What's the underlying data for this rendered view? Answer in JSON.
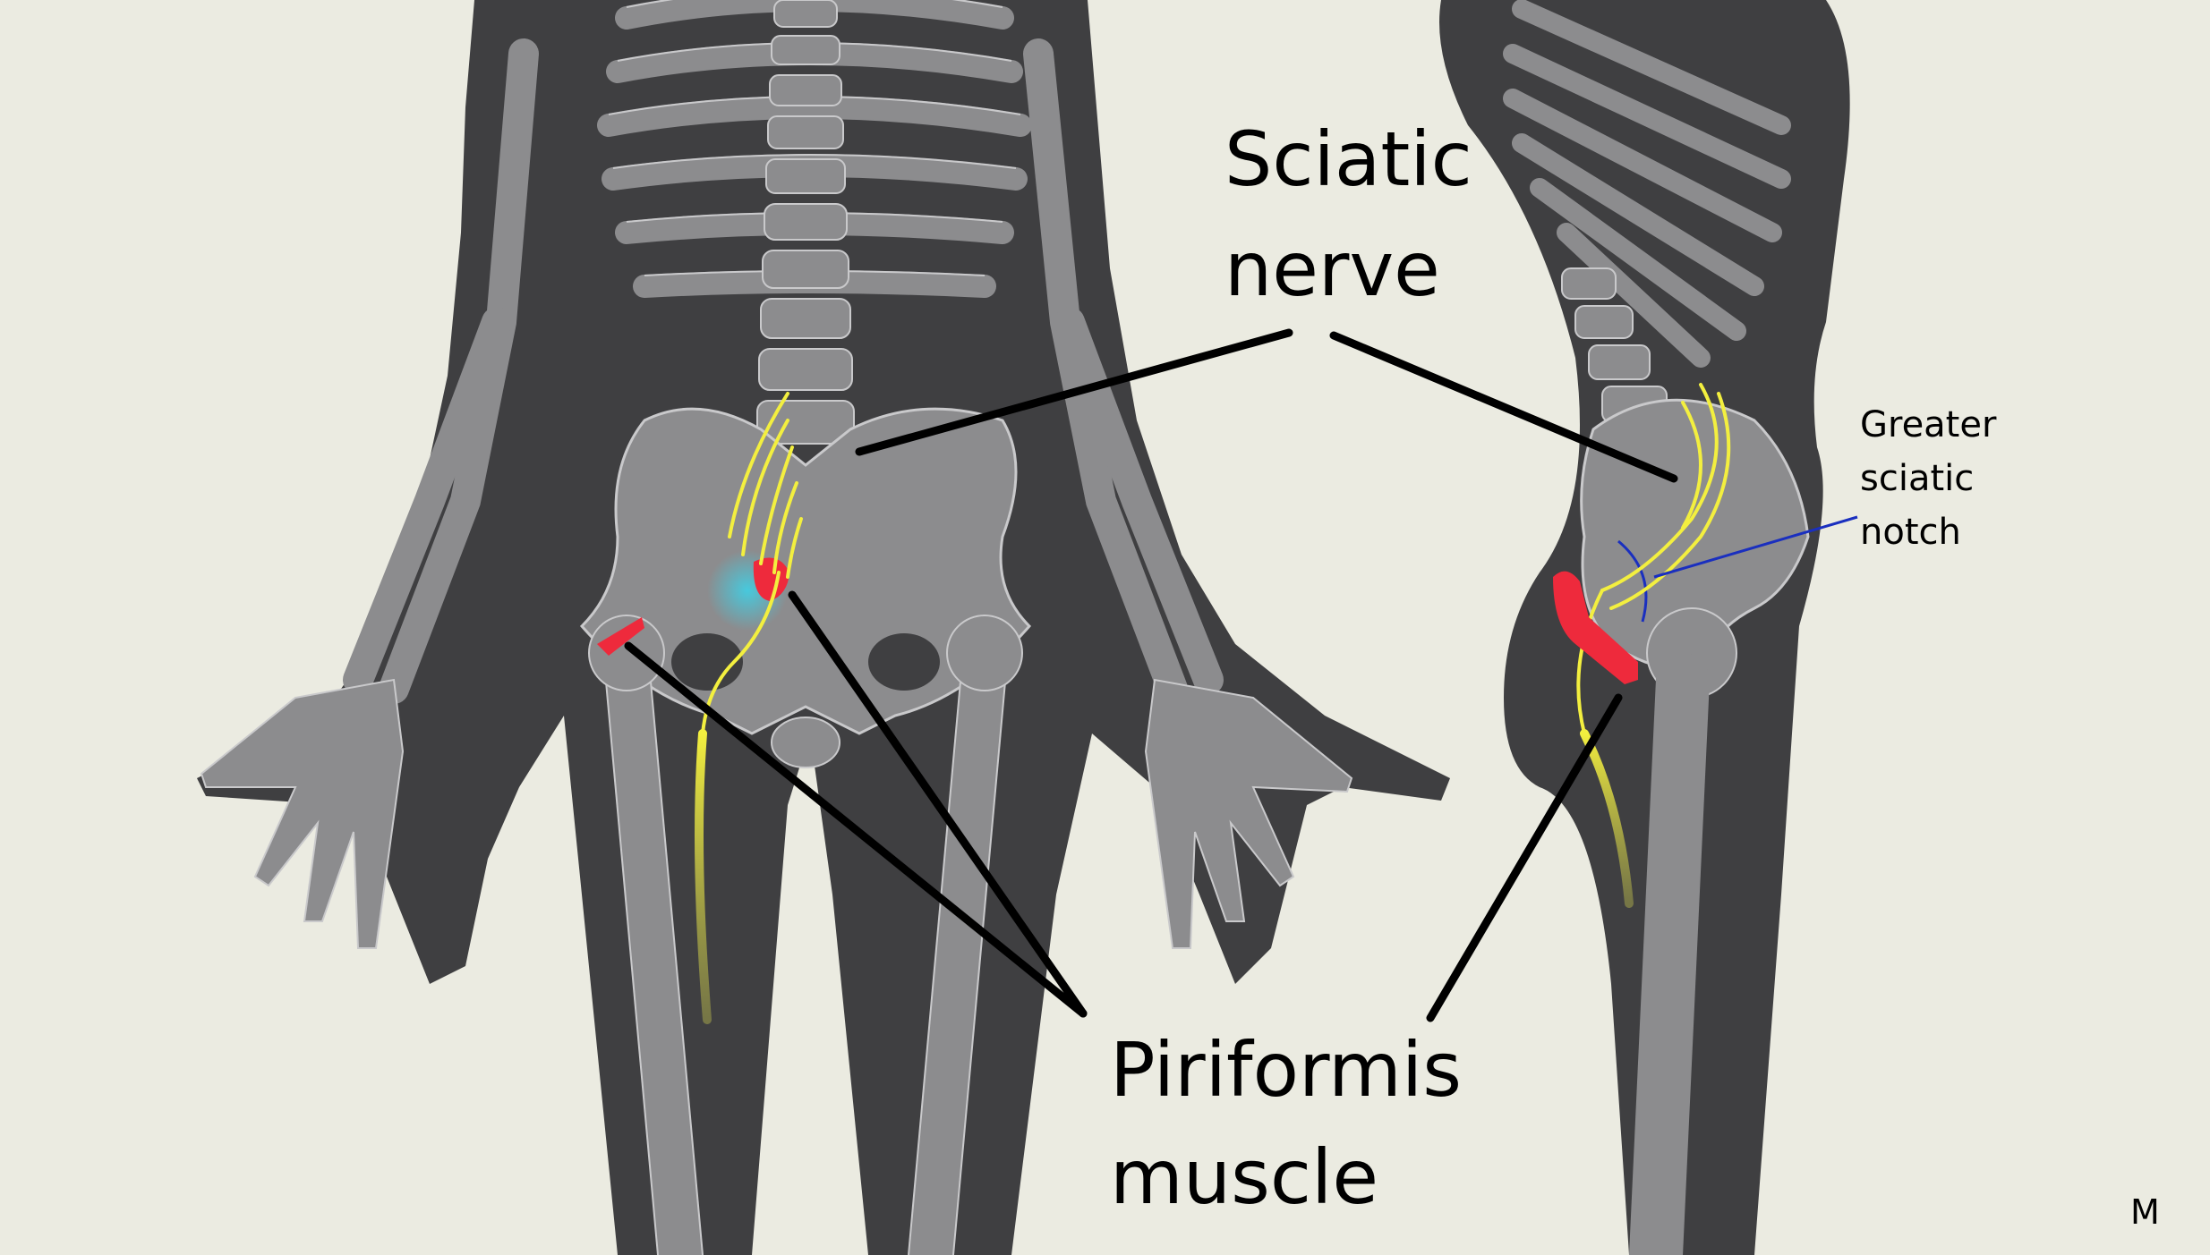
{
  "labels": {
    "sciatic_line1": "Sciatic",
    "sciatic_line2": "nerve",
    "piriformis_line1": "Piriformis",
    "piriformis_line2": "muscle",
    "notch_line1": "Greater",
    "notch_line2": "sciatic",
    "notch_line3": "notch",
    "corner_mark": "M"
  },
  "colors": {
    "background": "#ebebe1",
    "silhouette": "#3f3f41",
    "bone": "#8c8c8e",
    "bone_outline": "#c9c9cb",
    "nerve": "#f3ef3f",
    "muscle": "#ee2a3c",
    "leader_line": "#000000",
    "notch_line": "#1a2fbf",
    "glow": "#3fd0e6"
  }
}
